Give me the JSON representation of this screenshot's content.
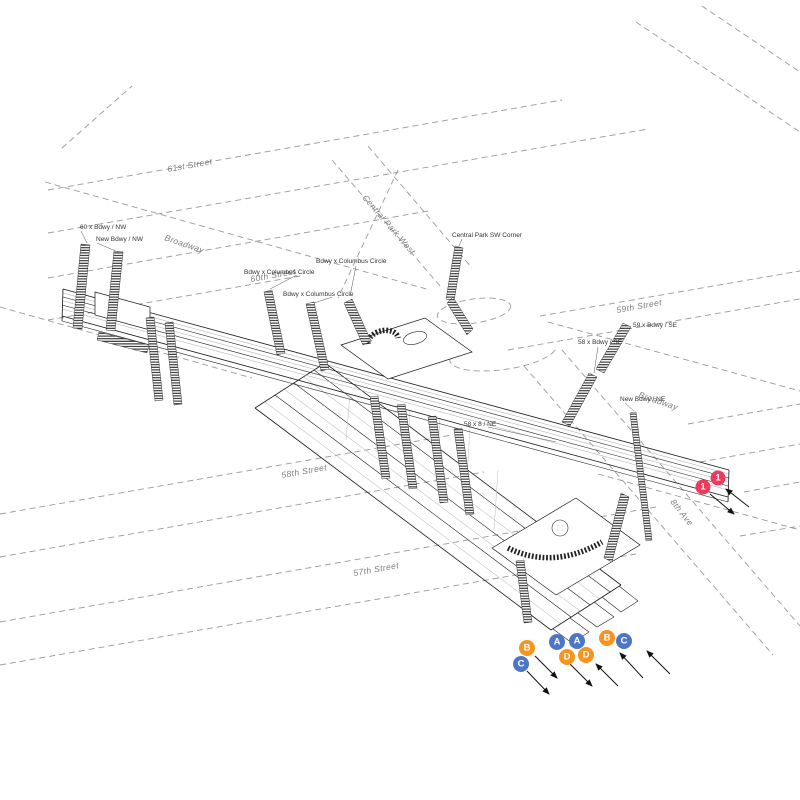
{
  "street_labels": [
    {
      "text": "61st Street"
    },
    {
      "text": "Broadway"
    },
    {
      "text": "60th Street"
    },
    {
      "text": "Central Park West"
    },
    {
      "text": "59th Street"
    },
    {
      "text": "Broadway"
    },
    {
      "text": "58th Street"
    },
    {
      "text": "8th Ave"
    },
    {
      "text": "57th Street"
    }
  ],
  "entrance_labels": [
    {
      "text": "60 x Bdwy / NW"
    },
    {
      "text": "New Bdwy / NW"
    },
    {
      "text": "Bdwy x Columbus Circle"
    },
    {
      "text": "Bdwy x Columbus Circle"
    },
    {
      "text": "Bdwy x Columbus Circle"
    },
    {
      "text": "Central Park SW Corner"
    },
    {
      "text": "59 x Bdwy / SE"
    },
    {
      "text": "58 x Bdwy / SE"
    },
    {
      "text": "New Bdwy / NE"
    },
    {
      "text": "58 x 8 / NE"
    }
  ],
  "bullets": [
    {
      "line": "B",
      "color": "#f7941e"
    },
    {
      "line": "C",
      "color": "#4d76c8"
    },
    {
      "line": "A",
      "color": "#4d76c8"
    },
    {
      "line": "A",
      "color": "#4d76c8"
    },
    {
      "line": "D",
      "color": "#f7941e"
    },
    {
      "line": "D",
      "color": "#f7941e"
    },
    {
      "line": "B",
      "color": "#f7941e"
    },
    {
      "line": "C",
      "color": "#4d76c8"
    },
    {
      "line": "1",
      "color": "#ee3a5c"
    },
    {
      "line": "1",
      "color": "#ee3a5c"
    }
  ],
  "colors": {
    "line_1_red": "#ee3a5c",
    "line_ac_blue": "#4d76c8",
    "line_bd_orange": "#f7941e",
    "street_gray": "#9a9a9a",
    "structure_black": "#1a1a1a"
  }
}
